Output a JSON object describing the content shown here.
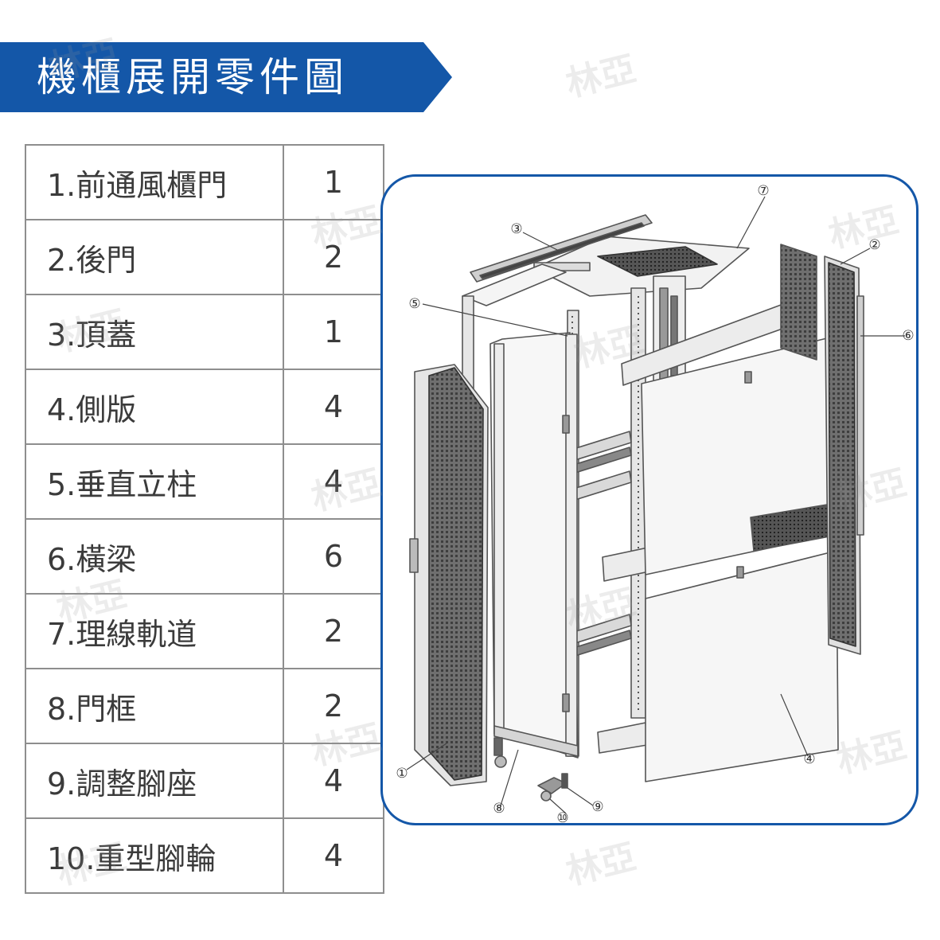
{
  "title": "機櫃展開零件圖",
  "parts": [
    {
      "name": "1.前通風櫃門",
      "qty": "1"
    },
    {
      "name": "2.後門",
      "qty": "2"
    },
    {
      "name": "3.頂蓋",
      "qty": "1"
    },
    {
      "name": "4.側版",
      "qty": "4"
    },
    {
      "name": "5.垂直立柱",
      "qty": "4"
    },
    {
      "name": "6.橫梁",
      "qty": "6"
    },
    {
      "name": "7.理線軌道",
      "qty": "2"
    },
    {
      "name": "8.門框",
      "qty": "2"
    },
    {
      "name": "9.調整腳座",
      "qty": "4"
    },
    {
      "name": "10.重型腳輪",
      "qty": "4"
    }
  ],
  "callouts": [
    "①",
    "②",
    "③",
    "④",
    "⑤",
    "⑥",
    "⑦",
    "⑧",
    "⑨",
    "⑩"
  ],
  "watermark": "林亞",
  "colors": {
    "accent": "#1457a8",
    "grid": "#8e8e8e",
    "text": "#3b3b3b"
  }
}
